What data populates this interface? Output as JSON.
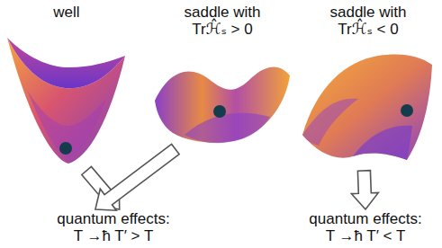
{
  "diagram": {
    "nodes": [
      {
        "text": [
          "well"
        ]
      },
      {
        "text": [
          "saddle with Trℋ̂ₛ > 0"
        ]
      },
      {
        "text": [
          "saddle with Trℋ̂ₛ < 0"
        ]
      },
      {
        "text": [
          "quantum effects:",
          "T →ħ T′ > T"
        ]
      },
      {
        "text": [
          "quantum effects:",
          "T →ħ T′ < T"
        ]
      }
    ],
    "edges": [
      {
        "from": 0,
        "to": 3,
        "arrow": "to"
      },
      {
        "from": 1,
        "to": 3,
        "arrow": "to"
      },
      {
        "from": 2,
        "to": 4,
        "arrow": "to"
      }
    ]
  }
}
